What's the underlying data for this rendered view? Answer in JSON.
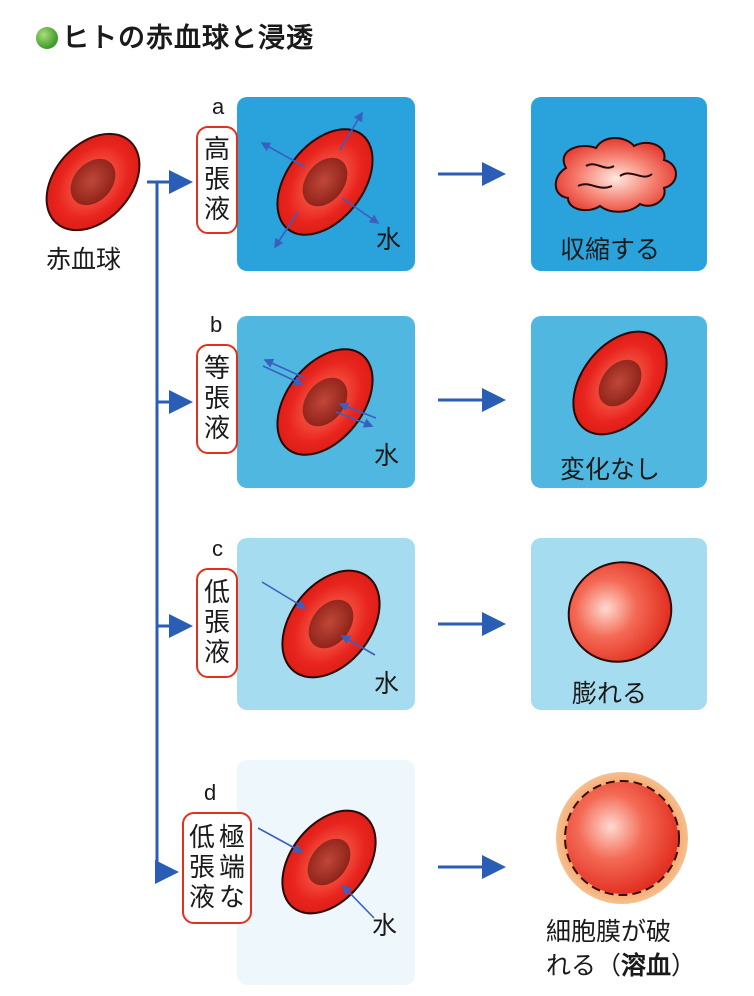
{
  "title": "ヒトの赤血球と浸透",
  "rbc_label": "赤血球",
  "rows": [
    {
      "letter": "a",
      "solution_chars": [
        "高",
        "張",
        "液"
      ],
      "water": "水",
      "outcome": "収縮する",
      "bg": "#2aa3dc"
    },
    {
      "letter": "b",
      "solution_chars": [
        "等",
        "張",
        "液"
      ],
      "water": "水",
      "outcome": "変化なし",
      "bg": "#4fb7e0"
    },
    {
      "letter": "c",
      "solution_chars": [
        "低",
        "張",
        "液"
      ],
      "water": "水",
      "outcome": "膨れる",
      "bg": "#a6dcef"
    },
    {
      "letter": "d",
      "solution_cols": [
        [
          "極",
          "端",
          "な"
        ],
        [
          "低",
          "張",
          "液"
        ]
      ],
      "water": "水",
      "outcome_line1": "細胞膜が破",
      "outcome_line2_pre": "れる（",
      "outcome_line2_bold": "溶血",
      "outcome_line2_post": "）",
      "bg": "#eef7fb"
    }
  ],
  "colors": {
    "arrow": "#2a5db5",
    "cell_red": "#e8241e",
    "box_border": "#e0301e"
  }
}
